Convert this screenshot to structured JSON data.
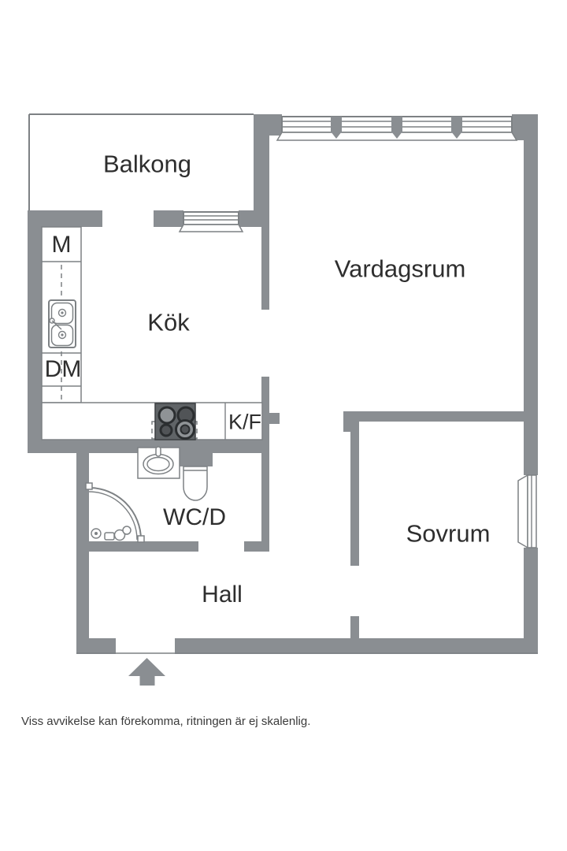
{
  "title": "Apartment floor plan",
  "rooms": {
    "balcony": "Balkong",
    "living_room": "Vardagsrum",
    "kitchen": "Kök",
    "bathroom": "WC/D",
    "bedroom": "Sovrum",
    "hall": "Hall"
  },
  "appliances": {
    "m": "M",
    "dm": "DM",
    "kf": "K/F"
  },
  "footer": {
    "disclaimer": "Viss avvikelse kan förekomma, ritningen är ej skalenlig."
  },
  "icons": {
    "entry_arrow": "entry-arrow-icon"
  },
  "colors": {
    "wall": "#8A8E92",
    "line": "#7D8184",
    "text": "#2E2E2E",
    "disclaimer": "#3A3A3A",
    "stove_body": "#606467",
    "stove_ring": "#2B2E30"
  }
}
